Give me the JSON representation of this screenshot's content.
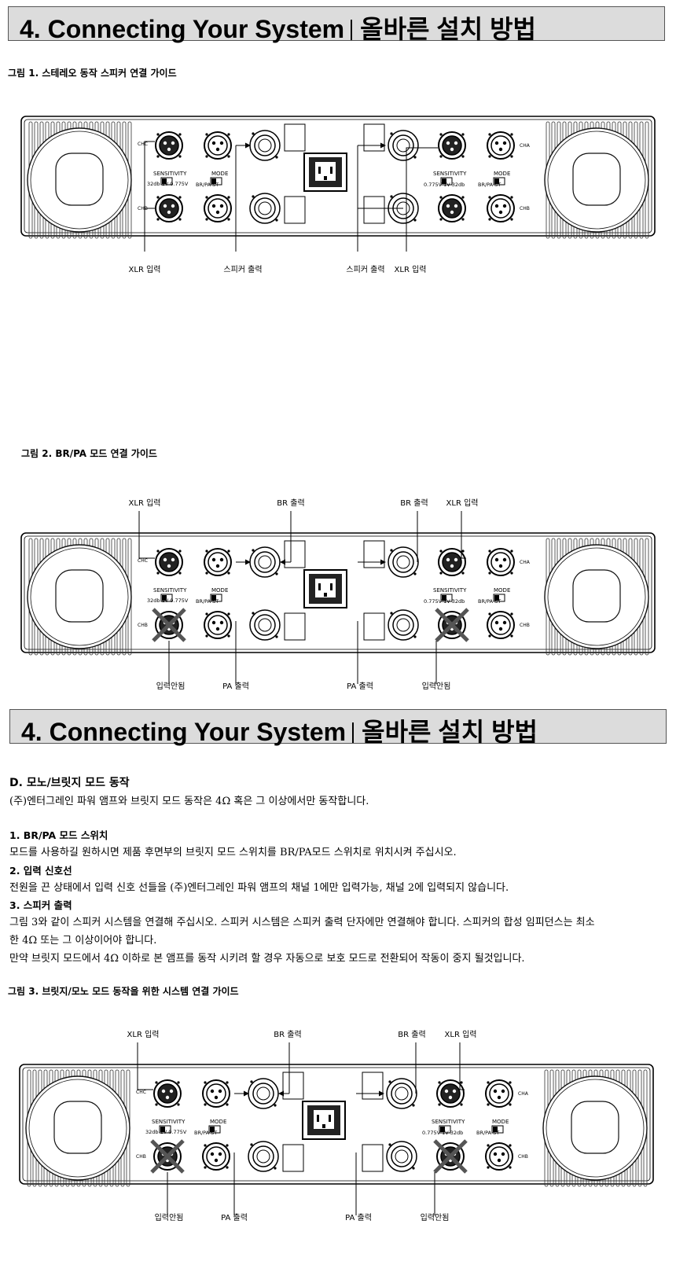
{
  "header": {
    "title_en": "4. Connecting Your System",
    "title_ko": "올바른 설치 방법"
  },
  "figure1": {
    "caption": "그림 1. 스테레오 동작 스피커 연결 가이드",
    "labels": {
      "xlr_left": "XLR 입력",
      "spk_left": "스피커 출력",
      "spk_right": "스피커 출력",
      "xlr_right": "XLR 입력"
    }
  },
  "figure2": {
    "caption": "그림 2. BR/PA 모드 연결 가이드",
    "labels": {
      "xlr_left": "XLR 입력",
      "br_left": "BR 출력",
      "br_right": "BR 출력",
      "xlr_right": "XLR 입력",
      "in_left": "입력안됨",
      "pa_left": "PA 출력",
      "pa_right": "PA 출력",
      "in_right": "입력안됨"
    }
  },
  "figure3": {
    "caption": "그림 3. 브릿지/모노 모드 동작을 위한 시스템 연결 가이드",
    "labels": {
      "xlr_left": "XLR 입력",
      "br_left": "BR 출력",
      "br_right": "BR 출력",
      "xlr_right": "XLR 입력",
      "in_left": "입력안됨",
      "pa_left": "PA 출력",
      "pa_right": "PA 출력",
      "in_right": "입력안됨"
    }
  },
  "panel_text": {
    "sensitivity": "SENSITIVITY",
    "mode": "MODE",
    "db32": "32db",
    "v1": "1V",
    "v0775": "0.775V",
    "brpa": "BR/PA",
    "st": "ST",
    "cha": "CHA",
    "chb": "CHB",
    "chc": "CHC"
  },
  "section_d": {
    "title": "D. 모노/브릿지 모드 동작",
    "intro": "(주)엔터그레인 파워 앰프와 브릿지 모드 동작은 4Ω  혹은 그 이상에서만 동작합니다.",
    "item1_title": "1. BR/PA 모드 스위치",
    "item1_text": "모드를 사용하길 원하시면 제품 후면부의 브릿지 모드 스위치를 BR/PA모드 스위치로 위치시켜 주십시오.",
    "item2_title": "2. 입력 신호선",
    "item2_text": "전원을 끈 상태에서 입력 신호 선들을  (주)엔터그레인 파워 앰프의 채널 1에만 입력가능, 채널 2에 입력되지 않습니다.",
    "item3_title": "3. 스피커 출력",
    "item3_text1": "그림 3와 같이 스피커 시스템을 연결해 주십시오. 스피커 시스템은 스피커 출력 단자에만 연결해야 합니다. 스피커의 합성 임피던스는 최소",
    "item3_text2": "한 4Ω  또는 그 이상이어야 합니다.",
    "item3_text3": "만약 브릿지 모드에서 4Ω  이하로 본 앰프를 동작 시키려 할 경우 자동으로 보호 모드로 전환되어 작동이 중지 될것입니다."
  }
}
